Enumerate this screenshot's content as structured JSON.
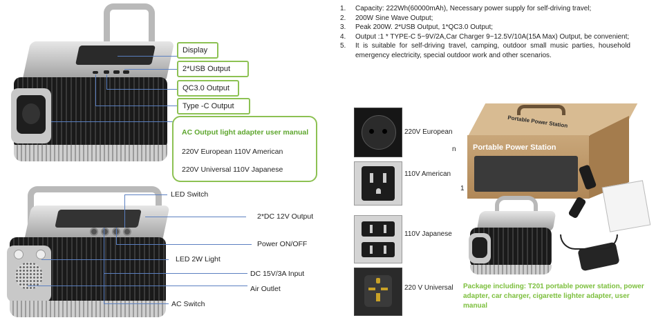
{
  "top_unit_callouts": {
    "display": "Display",
    "usb": "2*USB Output",
    "qc": "QC3.0  Output",
    "typec": "Type -C  Output"
  },
  "ac_manual": {
    "title": "AC Output light adapter user manual",
    "line1": "220V European 110V American",
    "line2": "220V Universal 110V Japanese"
  },
  "bottom_unit_callouts": {
    "led_switch": "LED Switch",
    "dc_output": "2*DC  12V Output",
    "power": "Power ON/OFF",
    "led_light": "LED 2W Light",
    "dc_input": "DC  15V/3A Input",
    "air_outlet": "Air  Outlet",
    "ac_switch": "AC Switch"
  },
  "features": [
    {
      "num": "1.",
      "text": "Capacity: 222Wh(60000mAh),  Necessary  power supply for self-driving travel;"
    },
    {
      "num": "2.",
      "text": "200W  Sine Wave  Output;"
    },
    {
      "num": "3.",
      "text": "Peak  200W.  2*USB  Output,  1*QC3.0  Output;"
    },
    {
      "num": "4.",
      "text": "Output :1  * TYPE-C  5~9V/2A,Car  Charger  9~12.5V/10A(15A  Max)  Output,  be convenient;"
    },
    {
      "num": "5.",
      "text": "It  is  suitable  for  self-driving  travel,  camping,  outdoor  small  music  parties,  household emergency electricity, special outdoor work and other scenarios."
    }
  ],
  "adapters": [
    {
      "label": "220V European"
    },
    {
      "label": "110V American"
    },
    {
      "label": "110V Japanese"
    },
    {
      "label": "220 V Universal"
    }
  ],
  "stray_marks": [
    "n",
    "1"
  ],
  "box_print": {
    "title": "Portable Power Station",
    "top": "Portable Power Station"
  },
  "package": "Package including:  T201  portable power station,  power adapter,  car charger,  cigarette lighter adapter, user manual",
  "colors": {
    "callout_line": "#5a7fc0",
    "green_box": "#8cc152",
    "green_text": "#5ea62e",
    "package_text": "#7cbf3d"
  }
}
